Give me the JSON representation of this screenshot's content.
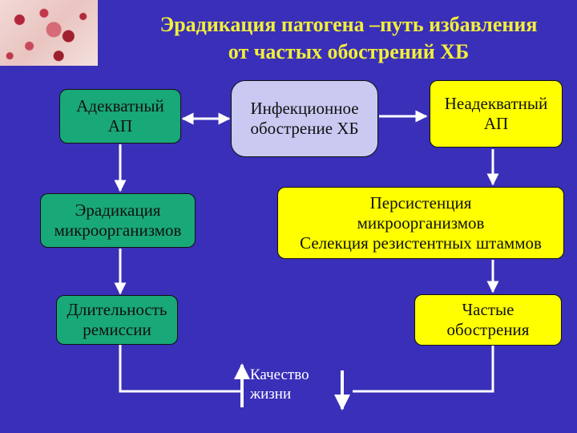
{
  "title_line1": "Эрадикация патогена –путь избавления",
  "title_line2": "от частых обострений ХБ",
  "boxes": {
    "adequate": "Адекватный\nАП",
    "infectious": "Инфекционное\nобострение ХБ",
    "inadequate": "Неадекватный\nАП",
    "eradication": "Эрадикация\nмикроорганизмов",
    "persistence": "Персистенция\nмикроорганизмов\nСелекция резистентных штаммов",
    "remission": "Длительность\nремиссии",
    "exacerbations": "Частые\nобострения"
  },
  "quality": "Качество\nжизни",
  "colors": {
    "background": "#3a2fb8",
    "title": "#f2ef3a",
    "green_box": "#19a878",
    "yellow_box": "#ffff00",
    "lavender_box": "#c9c9f2",
    "arrow": "#ffffff"
  }
}
